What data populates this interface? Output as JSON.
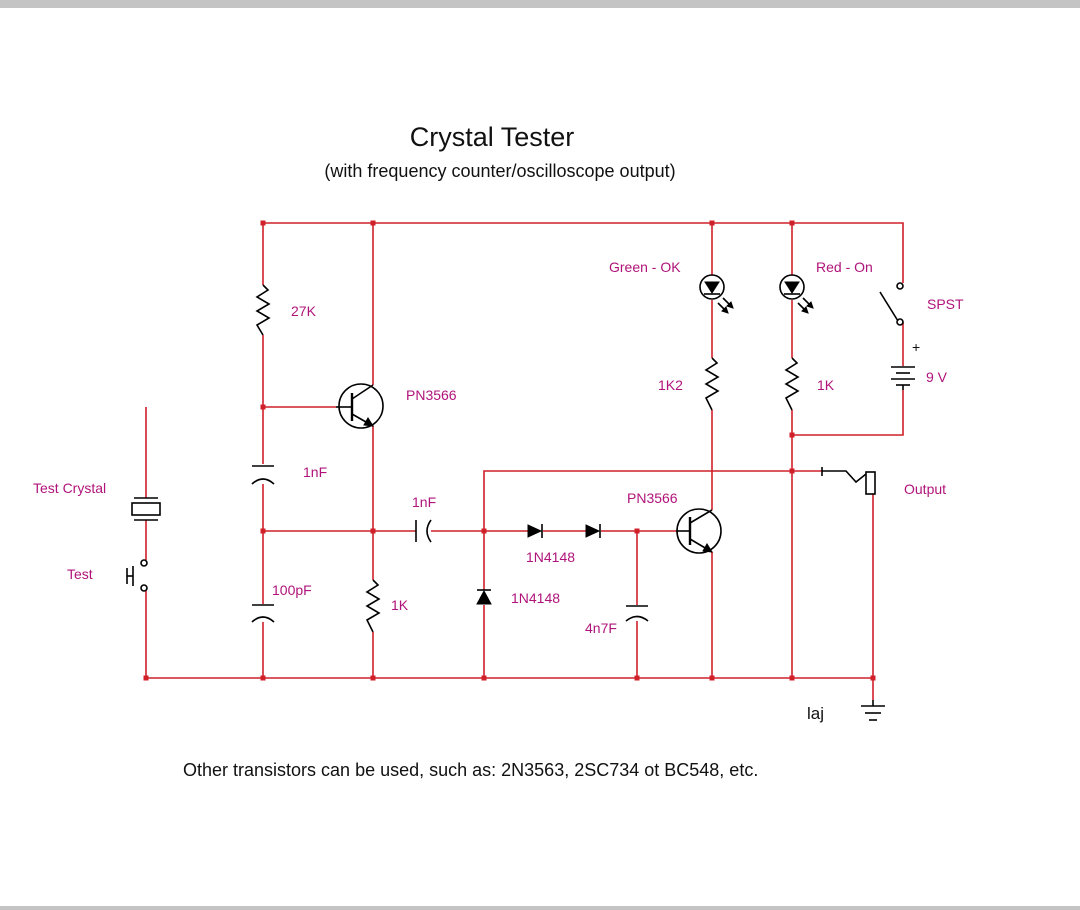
{
  "title": "Crystal Tester",
  "subtitle": "(with frequency counter/oscilloscope output)",
  "labels": {
    "r27k": "27K",
    "q1": "PN3566",
    "c1nf_a": "1nF",
    "test_crystal": "Test Crystal",
    "test": "Test",
    "c100pf": "100pF",
    "r1k_a": "1K",
    "c1nf_b": "1nF",
    "d1": "1N4148",
    "d2": "1N4148",
    "c4n7": "4n7F",
    "q2": "PN3566",
    "green_led": "Green - OK",
    "red_led": "Red - On",
    "r1k2": "1K2",
    "r1k_b": "1K",
    "spst": "SPST",
    "plus": "+",
    "battery": "9 V",
    "output": "Output"
  },
  "signature": "laj",
  "footnote": "Other transistors can be used, such as: 2N3563, 2SC734 ot BC548, etc.",
  "colors": {
    "wire": "#d0202a",
    "label": "#b0147a",
    "component": "#000000"
  }
}
